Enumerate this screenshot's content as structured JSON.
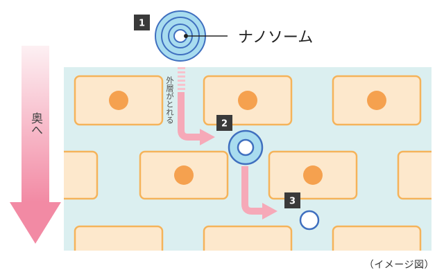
{
  "diagram": {
    "labels": {
      "nanosome": "ナノソーム",
      "depth": "奥へ",
      "outer_layer": "外層がとれる",
      "caption": "（イメージ図）"
    },
    "steps": [
      "1",
      "2",
      "3"
    ],
    "colors": {
      "tissue_bg": "#dbeff0",
      "cell_fill": "#fde8cc",
      "cell_stroke": "#f5b35a",
      "nucleus": "#f5a14f",
      "arrow_pink": "#f6a9b8",
      "depth_arrow_top": "#fdebef",
      "depth_arrow_bottom": "#f28aa4",
      "ring_blue": "#3f6fbf",
      "ring_light": "#7fd3e8",
      "badge_bg": "#3a3a3a",
      "badge_text": "#ffffff"
    }
  }
}
